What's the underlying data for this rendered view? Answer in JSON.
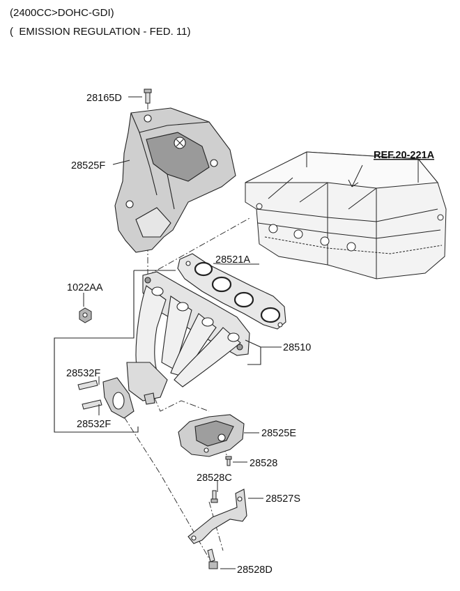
{
  "header": {
    "line1": "(2400CC>DOHC-GDI)",
    "line2": "(  EMISSION REGULATION - FED. 11)"
  },
  "parts": {
    "bolt_top": "28165D",
    "heat_shield_upper": "28525F",
    "gasket": "28521A",
    "nut": "1022AA",
    "manifold": "28510",
    "stud_upper": "28532F",
    "stud_lower": "28532F",
    "heat_shield_lower": "28525E",
    "bolt_shield_lower": "28528",
    "bolt_stay": "28528C",
    "stay": "28527S",
    "bolt_bottom": "28528D"
  },
  "reference": {
    "label": "REF.20-221A"
  },
  "colors": {
    "line": "#222222",
    "part_fill": "#d9d9d9",
    "part_fill_dark": "#a9a9a9",
    "part_fill_light": "#efefef"
  }
}
